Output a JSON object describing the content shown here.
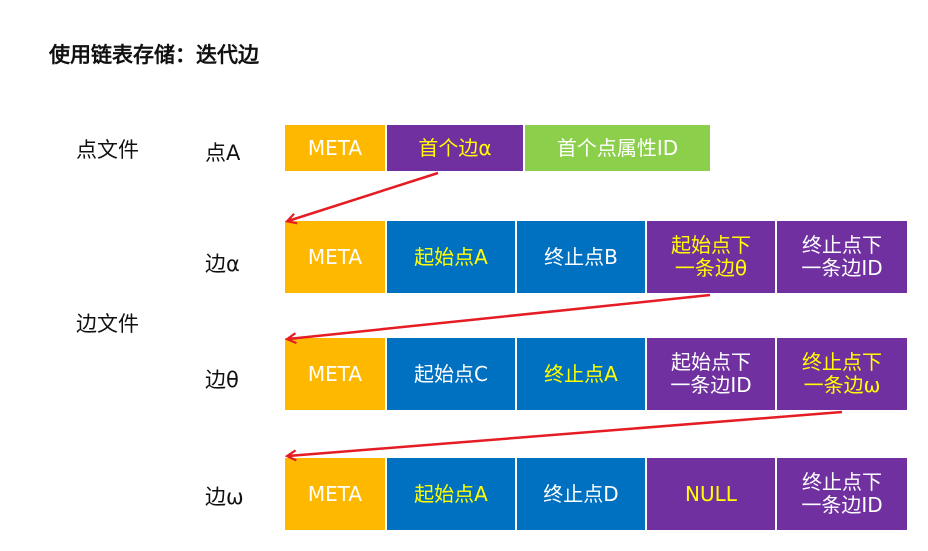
{
  "title": "使用链表存储：迭代边",
  "vertex_file_label": "点文件",
  "edge_file_label": "边文件",
  "colors": {
    "meta": "#FFB800",
    "purple": "#7030A0",
    "green": "#8CCF4B",
    "blue": "#0070C0",
    "white_text": "#FFFFFF",
    "yellow_text": "#FFFF00",
    "arrow": "#E51C23"
  },
  "rows": [
    {
      "label": "点A",
      "cells": [
        {
          "text": "META",
          "bg": "meta",
          "fg": "white_text"
        },
        {
          "text": "首个边α",
          "bg": "purple",
          "fg": "yellow_text"
        },
        {
          "text": "首个点属性ID",
          "bg": "green",
          "fg": "white_text"
        }
      ]
    },
    {
      "label": "边α",
      "cells": [
        {
          "text": "META",
          "bg": "meta",
          "fg": "white_text"
        },
        {
          "text": "起始点A",
          "bg": "blue",
          "fg": "yellow_text"
        },
        {
          "text": "终止点B",
          "bg": "blue",
          "fg": "white_text"
        },
        {
          "text": "起始点下\n一条边θ",
          "bg": "purple",
          "fg": "yellow_text"
        },
        {
          "text": "终止点下\n一条边ID",
          "bg": "purple",
          "fg": "white_text"
        }
      ]
    },
    {
      "label": "边θ",
      "cells": [
        {
          "text": "META",
          "bg": "meta",
          "fg": "white_text"
        },
        {
          "text": "起始点C",
          "bg": "blue",
          "fg": "white_text"
        },
        {
          "text": "终止点A",
          "bg": "blue",
          "fg": "yellow_text"
        },
        {
          "text": "起始点下\n一条边ID",
          "bg": "purple",
          "fg": "white_text"
        },
        {
          "text": "终止点下\n一条边ω",
          "bg": "purple",
          "fg": "yellow_text"
        }
      ]
    },
    {
      "label": "边ω",
      "cells": [
        {
          "text": "META",
          "bg": "meta",
          "fg": "white_text"
        },
        {
          "text": "起始点A",
          "bg": "blue",
          "fg": "yellow_text"
        },
        {
          "text": "终止点D",
          "bg": "blue",
          "fg": "white_text"
        },
        {
          "text": "NULL",
          "bg": "purple",
          "fg": "yellow_text"
        },
        {
          "text": "终止点下\n一条边ID",
          "bg": "purple",
          "fg": "white_text"
        }
      ]
    }
  ]
}
